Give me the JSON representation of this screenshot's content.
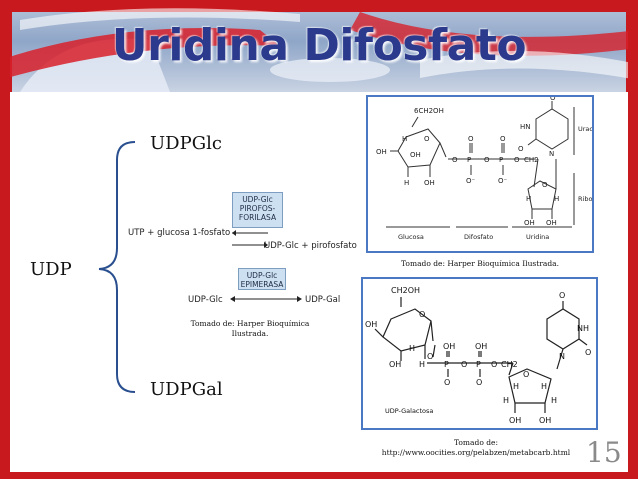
{
  "slide": {
    "title": "Uridina Difosfato",
    "page_number": "15"
  },
  "left": {
    "udp": "UDP",
    "udpglc": "UDPGlc",
    "udpgal": "UDPGal"
  },
  "reaction1": {
    "enzyme_line1": "UDP-Glc",
    "enzyme_line2": "PIROFOS-",
    "enzyme_line3": "FORILASA",
    "left_text": "UTP + glucosa 1-fosfato",
    "right_text": "UDP-Glc + pirofosfato"
  },
  "reaction2": {
    "enzyme_line1": "UDP-Glc",
    "enzyme_line2": "EPIMERASA",
    "left_text": "UDP-Glc",
    "right_text": "UDP-Gal"
  },
  "caption_left": {
    "line1": "Tomado de: Harper Bioquímica",
    "line2": "Ilustrada."
  },
  "caption_top_right": "Tomado de: Harper Bioquímica Ilustrada.",
  "caption_bottom_right": {
    "line1": "Tomado de:",
    "line2": "http://www.oocities.org/pelabzen/metabcarb.html"
  },
  "structure_top": {
    "labels": {
      "ch2oh": "6CH2OH",
      "uracilo": "Uracilo",
      "ribosa": "Ribosa",
      "glucosa": "Glucosa",
      "difosfato": "Difosfato",
      "uridina": "Uridina",
      "ch2": "CH2",
      "hn": "HN",
      "n": "N",
      "o": "O",
      "p": "P",
      "h": "H",
      "oh": "OH",
      "ominus": "O⁻"
    }
  },
  "structure_bottom": {
    "labels": {
      "ch2oh": "CH2OH",
      "ch2": "CH2",
      "nh": "NH",
      "n": "N",
      "o": "O",
      "p": "P",
      "h": "H",
      "oh": "OH",
      "name": "UDP-Galactosa"
    }
  },
  "colors": {
    "frame_red": "#c8191e",
    "title_blue": "#2b3a8c",
    "box_blue": "#4a78c2",
    "enzyme_fill": "#cde0f2"
  }
}
